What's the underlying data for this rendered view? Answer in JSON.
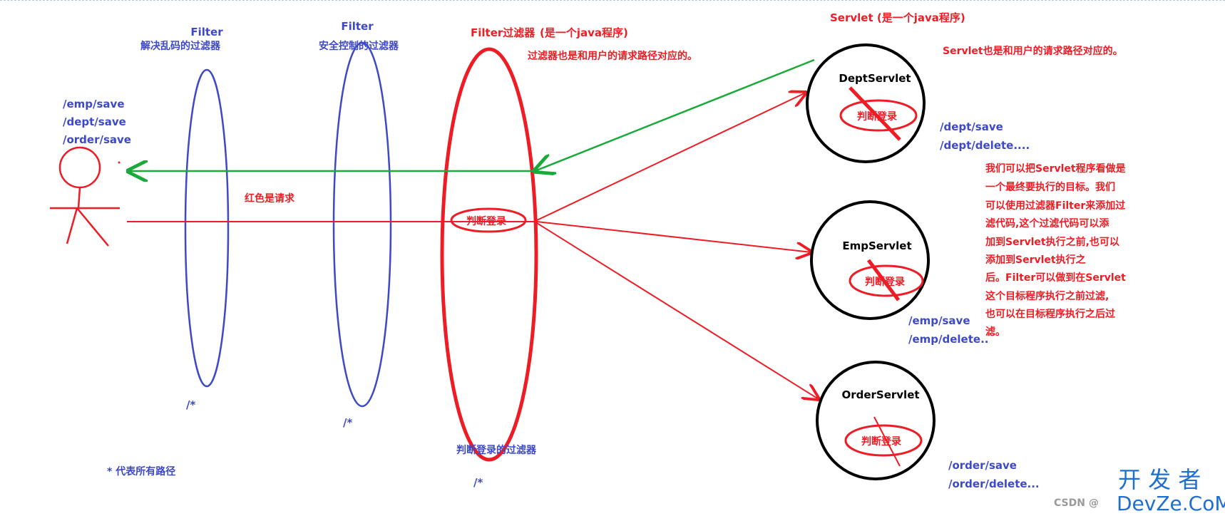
{
  "colors": {
    "blue": "#3d49c7",
    "red": "#ee1c24",
    "green": "#1aaa3a",
    "black": "#000000",
    "watermark_blue": "#1f6fd1"
  },
  "filters": {
    "encoding": {
      "title": "Filter",
      "subtitle": "解决乱码的过滤器",
      "path": "/*"
    },
    "security": {
      "title": "Filter",
      "subtitle": "安全控制的过滤器",
      "path": "/*"
    },
    "login": {
      "title": "Filter过滤器",
      "note_java": "(是一个java程序)",
      "note_path": "过滤器也是和用户的请求路径对应的。",
      "inner_label": "判断登录",
      "bottom_label": "判断登录的过滤器",
      "path": "/*"
    }
  },
  "user": {
    "paths": [
      "/emp/save",
      "/dept/save",
      "/order/save"
    ]
  },
  "request_label": "红色是请求",
  "star_note": "* 代表所有路径",
  "servlet_header": {
    "title": "Servlet (是一个java程序)",
    "note": "Servlet也是和用户的请求路径对应的。"
  },
  "servlets": {
    "dept": {
      "name": "DeptServlet",
      "inner": "判断登录",
      "paths": [
        "/dept/save",
        "/dept/delete...."
      ]
    },
    "emp": {
      "name": "EmpServlet",
      "inner": "判断登录",
      "paths": [
        "/emp/save",
        "/emp/delete.."
      ]
    },
    "order": {
      "name": "OrderServlet",
      "inner": "判断登录",
      "paths": [
        "/order/save",
        "/order/delete..."
      ]
    }
  },
  "explanation_lines": [
    "我们可以把Servlet程序看做是",
    "一个最终要执行的目标。我们",
    "可以使用过滤器Filter来添加过",
    "滤代码,这个过滤代码可以添",
    "加到Servlet执行之前,也可以",
    "添加到Servlet执行之",
    "后。Filter可以做到在Servlet",
    "这个目标程序执行之前过滤,",
    "也可以在目标程序执行之后过",
    "滤。"
  ],
  "watermark": {
    "logo_top": "开 发 者",
    "logo_bottom": "DevZe.CoM",
    "csdn": "CSDN @"
  }
}
